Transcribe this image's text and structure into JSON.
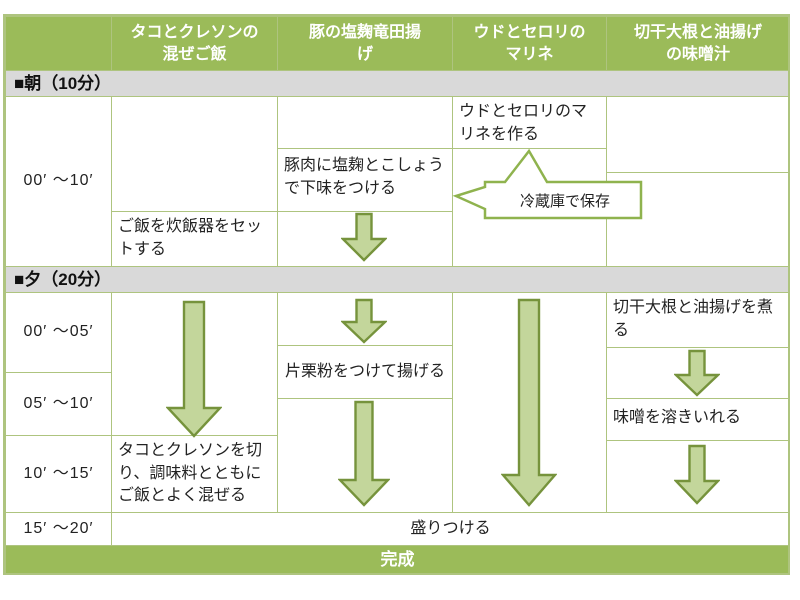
{
  "colors": {
    "header_green": "#9bbb59",
    "bar_gray": "#d9d9d9",
    "grid_line": "#aec47f",
    "arrow_fill": "#c3d69b",
    "arrow_stroke": "#76933c",
    "callout_border": "#8fb34e",
    "text": "#222222"
  },
  "header": {
    "dishes": [
      "タコとクレソンの混ぜご飯",
      "豚の塩麹竜田揚げ",
      "ウドとセロリのマリネ",
      "切干大根と油揚げの味噌汁"
    ]
  },
  "morning": {
    "bar_label": "■朝（10分）",
    "time": "00′ ～10′",
    "rice_task": "ご飯を炊飯器をセットする",
    "pork_task": "豚肉に塩麹とこしょうで下味をつける",
    "udo_task": "ウドとセロリのマリネを作る",
    "callout_label": "冷蔵庫で保存"
  },
  "evening": {
    "bar_label": "■夕（20分）",
    "times": [
      "00′ ～05′",
      "05′ ～10′",
      "10′ ～15′",
      "15′ ～20′"
    ],
    "pork_task": "片栗粉をつけて揚げる",
    "octopus_task": "タコとクレソンを切り、調味料とともにご飯とよく混ぜる",
    "daikon_task_1": "切干大根と油揚げを煮る",
    "daikon_task_2": "味噌を溶きいれる",
    "plating_task": "盛りつける"
  },
  "footer": {
    "done_label": "完成"
  }
}
